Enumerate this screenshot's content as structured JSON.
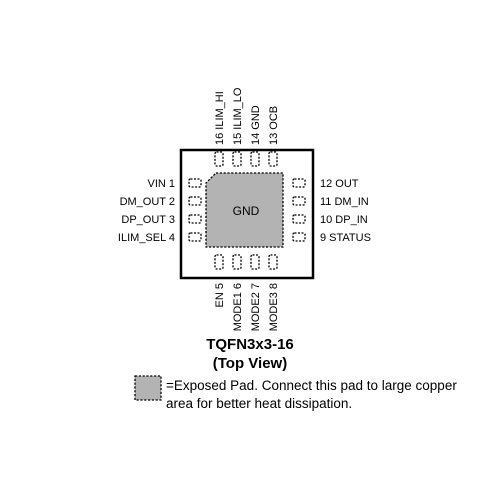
{
  "package": {
    "name": "TQFN3x3-16",
    "view": "(Top View)",
    "exposed_pad_label": "GND"
  },
  "pins": {
    "left": [
      {
        "number": 1,
        "name": "VIN",
        "label": "VIN 1"
      },
      {
        "number": 2,
        "name": "DM_OUT",
        "label": "DM_OUT 2"
      },
      {
        "number": 3,
        "name": "DP_OUT",
        "label": "DP_OUT 3"
      },
      {
        "number": 4,
        "name": "ILIM_SEL",
        "label": "ILIM_SEL 4"
      }
    ],
    "bottom": [
      {
        "number": 5,
        "name": "EN",
        "label": "EN 5"
      },
      {
        "number": 6,
        "name": "MODE1",
        "label": "MODE1 6"
      },
      {
        "number": 7,
        "name": "MODE2",
        "label": "MODE2 7"
      },
      {
        "number": 8,
        "name": "MODE3",
        "label": "MODE3 8"
      }
    ],
    "right": [
      {
        "number": 12,
        "name": "OUT",
        "label": "12 OUT"
      },
      {
        "number": 11,
        "name": "DM_IN",
        "label": "11 DM_IN"
      },
      {
        "number": 10,
        "name": "DP_IN",
        "label": "10 DP_IN"
      },
      {
        "number": 9,
        "name": "STATUS",
        "label": "9 STATUS"
      }
    ],
    "top": [
      {
        "number": 16,
        "name": "ILIM_HI",
        "label": "16 ILIM_HI"
      },
      {
        "number": 15,
        "name": "ILIM_LO",
        "label": "15 ILIM_LO"
      },
      {
        "number": 14,
        "name": "GND",
        "label": "14 GND"
      },
      {
        "number": 13,
        "name": "OCB",
        "label": "13 OCB"
      }
    ]
  },
  "legend": {
    "text": "=Exposed Pad. Connect this pad to large copper area for better heat dissipation."
  },
  "colors": {
    "body_outline": "#000000",
    "exposed_pad_fill": "#b3b3b3",
    "background": "#ffffff"
  }
}
